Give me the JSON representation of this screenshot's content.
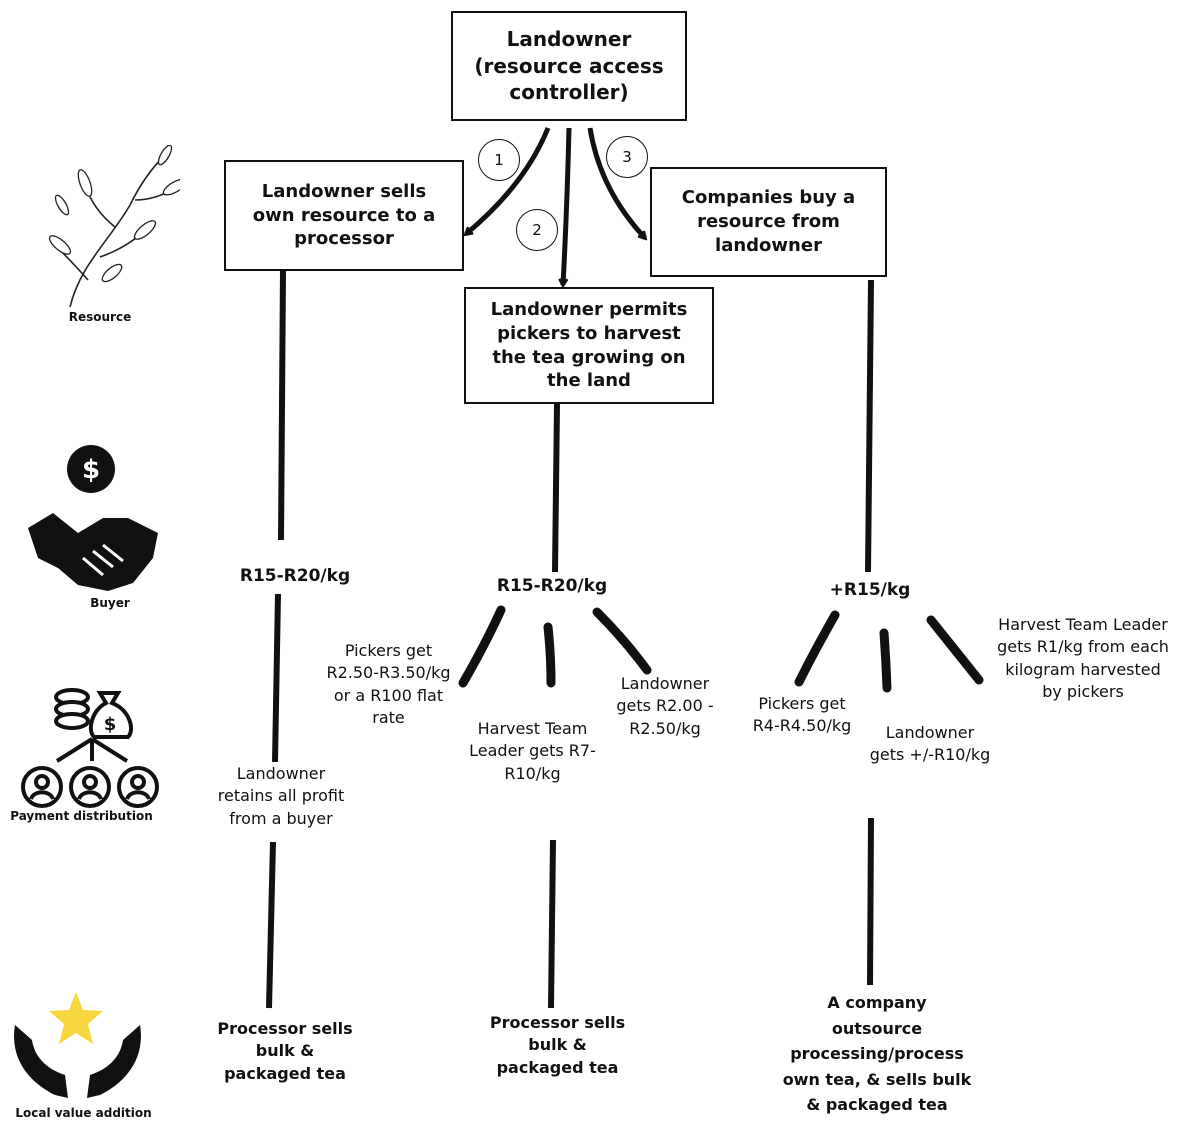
{
  "top_box": "Landowner\n(resource access\ncontroller)",
  "route_numbers": [
    "1",
    "2",
    "3"
  ],
  "boxes": {
    "sell_own": "Landowner sells\nown resource to a\nprocessor",
    "permits": "Landowner permits\npickers to harvest\nthe tea growing on\nthe land",
    "companies": "Companies buy a\nresource from\nlandowner"
  },
  "prices": {
    "left": "R15-R20/kg",
    "middle": "R15-R20/kg",
    "right": "+R15/kg"
  },
  "distribution": {
    "left": "Landowner\nretains all profit\nfrom a buyer",
    "mid_pickers": "Pickers get\nR2.50-R3.50/kg\nor a R100 flat\nrate",
    "mid_leader": "Harvest Team\nLeader gets R7-\nR10/kg",
    "mid_landowner": "Landowner\ngets R2.00 -\nR2.50/kg",
    "right_pickers": "Pickers get\nR4-R4.50/kg",
    "right_landowner": "Landowner\ngets +/-R10/kg",
    "right_leader": "Harvest Team Leader\ngets R1/kg from each\nkilogram harvested\nby pickers"
  },
  "outcomes": {
    "left": "Processor sells\nbulk &\npackaged tea",
    "middle": "Processor sells\nbulk &\npackaged tea",
    "right": "A company\noutsource\nprocessing/process\nown tea, & sells bulk\n& packaged tea"
  },
  "side_labels": {
    "resource": "Resource",
    "buyer": "Buyer",
    "payment": "Payment distribution",
    "local": "Local value addition"
  },
  "icons": [
    "plant-icon",
    "dollar-coin-icon",
    "handshake-icon",
    "money-bag-icon",
    "coin-stack-icon",
    "person-icon",
    "star-icon",
    "hands-icon"
  ],
  "colors": {
    "line": "#111111",
    "star": "#f7d640"
  }
}
